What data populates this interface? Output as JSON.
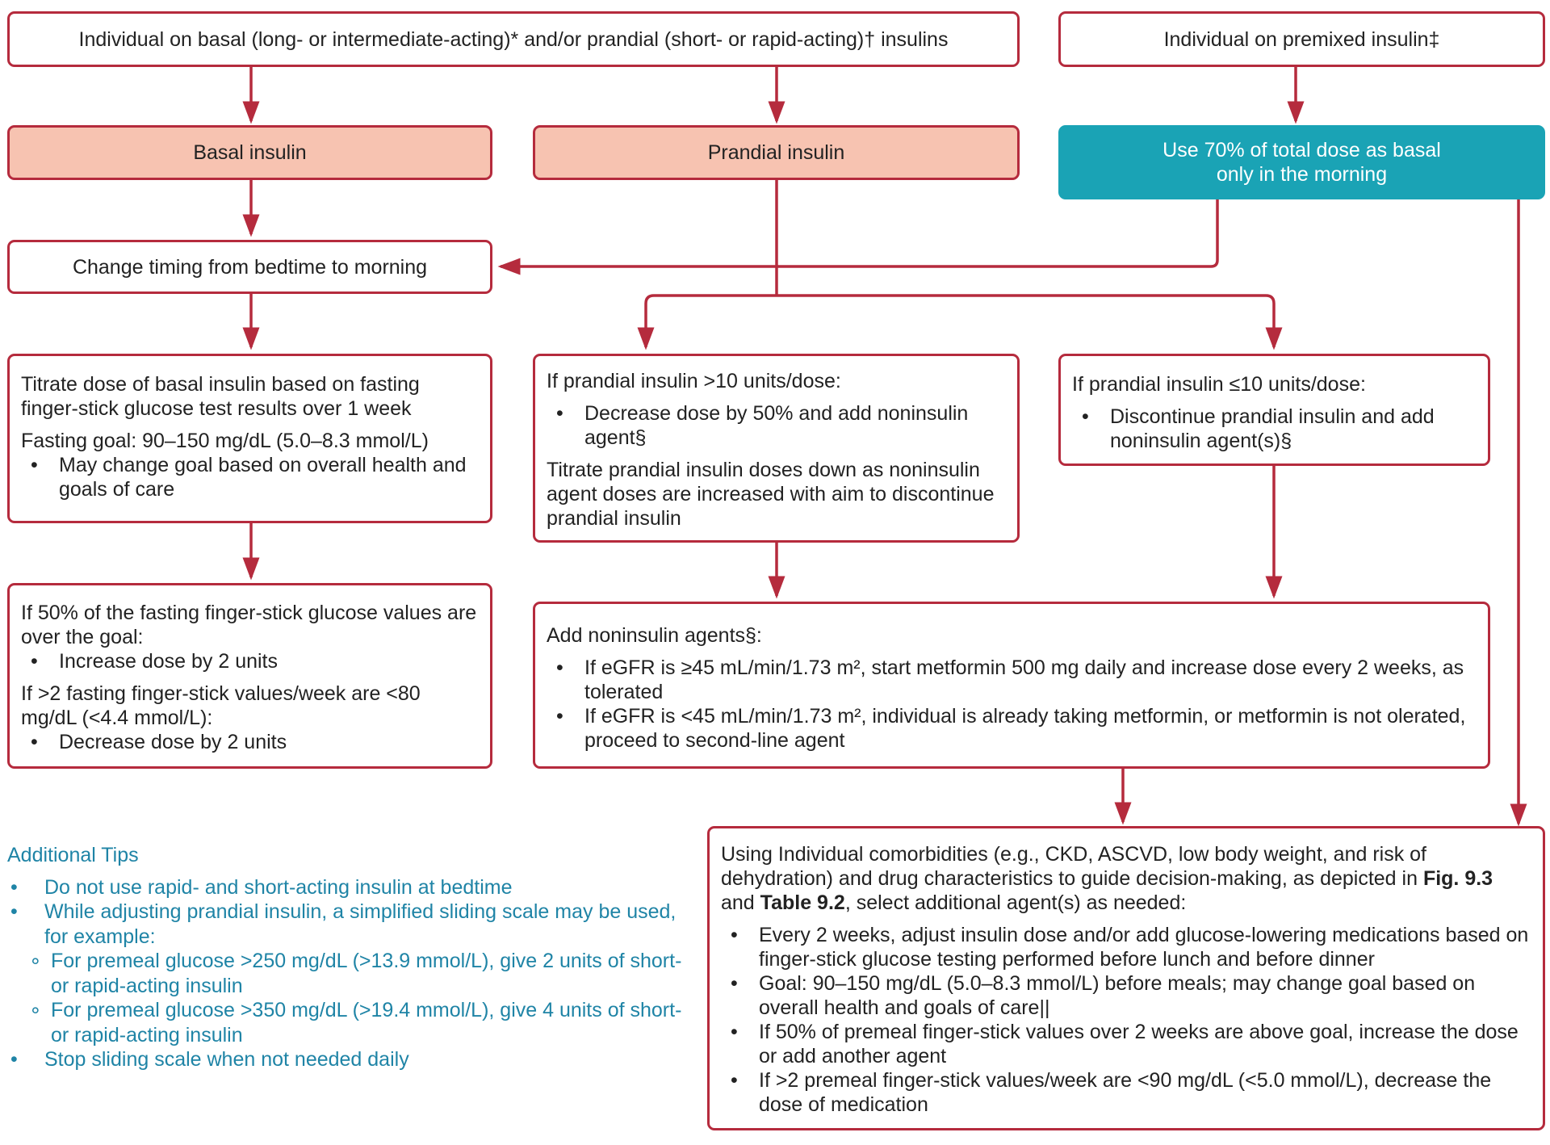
{
  "colors": {
    "border": "#b52b3d",
    "pink_fill": "#f7c3b1",
    "teal_fill": "#1aa3b5",
    "tips_text": "#1f84a6"
  },
  "top_left": "Individual on basal (long- or intermediate-acting)* and/or prandial (short- or rapid-acting)† insulins",
  "top_right": "Individual on premixed insulin‡",
  "basal": "Basal insulin",
  "prandial": "Prandial insulin",
  "premixed_step": {
    "line1": "Use 70% of total dose as basal",
    "line2": "only in the morning"
  },
  "change_timing": "Change timing from bedtime to morning",
  "titrate_basal": {
    "text": "Titrate dose of basal insulin based on fasting finger-stick glucose test results over 1 week",
    "goal": "Fasting goal: 90–150 mg/dL (5.0–8.3  mmol/L)",
    "bullet": "May change goal based on overall health and goals of care"
  },
  "prandial_high": {
    "heading": "If prandial insulin >10 units/dose:",
    "bullet": "Decrease dose by 50% and add noninsulin agent§",
    "text": "Titrate prandial insulin doses down as noninsulin agent doses are increased with  aim to discontinue prandial insulin"
  },
  "prandial_low": {
    "heading": "If prandial insulin ≤10 units/dose:",
    "bullet": "Discontinue prandial insulin and  add noninsulin agent(s)§"
  },
  "fasting_adjust": {
    "text1": "If 50% of the fasting finger-stick glucose values are over the goal:",
    "bullet1": "Increase dose by 2 units",
    "text2": "If >2 fasting finger-stick values/week are <80 mg/dL (<4.4 mmol/L):",
    "bullet2": "Decrease dose by 2 units"
  },
  "noninsulin": {
    "heading": "Add noninsulin agents§:",
    "bullet1": "If eGFR is ≥45 mL/min/1.73 m², start metformin 500 mg daily and increase dose every 2 weeks, as tolerated",
    "bullet2": "If eGFR is <45 mL/min/1.73 m², individual is already taking metformin, or metformin is not olerated,  proceed to second-line agent"
  },
  "final": {
    "intro_a": "Using Individual comorbidities (e.g., CKD, ASCVD, low body weight, and risk of dehydration) and drug characteristics to guide decision-making, as depicted in ",
    "fig": "Fig. 9.3",
    "and": " and ",
    "table": "Table 9.2",
    "intro_b": ", select additional agent(s) as needed:",
    "bullets": [
      "Every 2 weeks, adjust insulin dose and/or add glucose-lowering medications based on finger-stick glucose testing performed before lunch and before dinner",
      "Goal: 90–150 mg/dL (5.0–8.3 mmol/L) before meals; may change goal based on overall health and goals of care||",
      "If 50% of premeal finger-stick values over 2 weeks are above goal, increase the dose or add another agent",
      "If >2 premeal finger-stick values/week are <90 mg/dL (<5.0 mmol/L), decrease the dose of medication"
    ]
  },
  "tips": {
    "title": "Additional Tips",
    "item1": "Do not use rapid- and short-acting insulin at bedtime",
    "item2": "While adjusting prandial insulin, a simplified sliding scale may be used, for example:",
    "sub1": "For premeal glucose >250 mg/dL (>13.9 mmol/L), give 2 units of short- or rapid-acting insulin",
    "sub2": "For premeal glucose >350 mg/dL (>19.4 mmol/L), give 4 units of short- or rapid-acting insulin",
    "item3": "Stop sliding scale when not needed daily"
  }
}
